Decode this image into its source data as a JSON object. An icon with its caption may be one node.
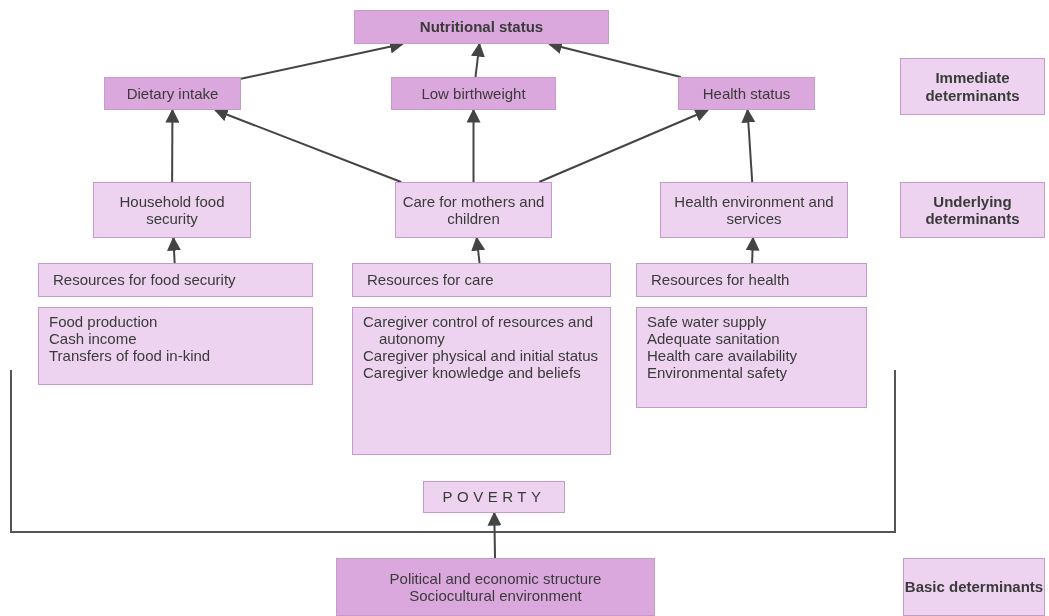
{
  "diagram": {
    "nodes": [
      {
        "text": [
          "Nutritional status"
        ]
      },
      {
        "text": [
          "Dietary intake"
        ]
      },
      {
        "text": [
          "Low birthweight"
        ]
      },
      {
        "text": [
          "Health status"
        ]
      },
      {
        "text": [
          "Immediate determinants"
        ]
      },
      {
        "text": [
          "Household food security"
        ]
      },
      {
        "text": [
          "Care for mothers and children"
        ]
      },
      {
        "text": [
          "Health environment and services"
        ]
      },
      {
        "text": [
          "Underlying determinants"
        ]
      },
      {
        "text": [
          "Resources for food security"
        ]
      },
      {
        "text": [
          "Resources for care"
        ]
      },
      {
        "text": [
          "Resources for health"
        ]
      },
      {
        "text": [
          "Food production",
          "Cash income",
          "Transfers of food in-kind"
        ]
      },
      {
        "text": [
          "Caregiver control of resources and autonomy",
          "Caregiver physical and initial status",
          "Caregiver knowledge and beliefs"
        ]
      },
      {
        "text": [
          "Safe water supply",
          "Adequate sanitation",
          "Health care availability",
          "Environmental safety"
        ]
      },
      {
        "text": [
          "POVERTY"
        ]
      },
      {
        "text": [
          "Political and economic structure",
          "Sociocultural environment"
        ]
      },
      {
        "text": [
          "Basic determinants"
        ]
      }
    ],
    "edges": [
      {
        "from": 1,
        "to": 0,
        "arrow": "to"
      },
      {
        "from": 2,
        "to": 0,
        "arrow": "to"
      },
      {
        "from": 3,
        "to": 0,
        "arrow": "to"
      },
      {
        "from": 5,
        "to": 1,
        "arrow": "to"
      },
      {
        "from": 6,
        "to": 1,
        "arrow": "to"
      },
      {
        "from": 6,
        "to": 2,
        "arrow": "to"
      },
      {
        "from": 6,
        "to": 3,
        "arrow": "to"
      },
      {
        "from": 7,
        "to": 3,
        "arrow": "to"
      },
      {
        "from": 9,
        "to": 5,
        "arrow": "to"
      },
      {
        "from": 10,
        "to": 6,
        "arrow": "to"
      },
      {
        "from": 11,
        "to": 7,
        "arrow": "to"
      },
      {
        "from": 16,
        "to": 15,
        "arrow": "to"
      }
    ]
  }
}
